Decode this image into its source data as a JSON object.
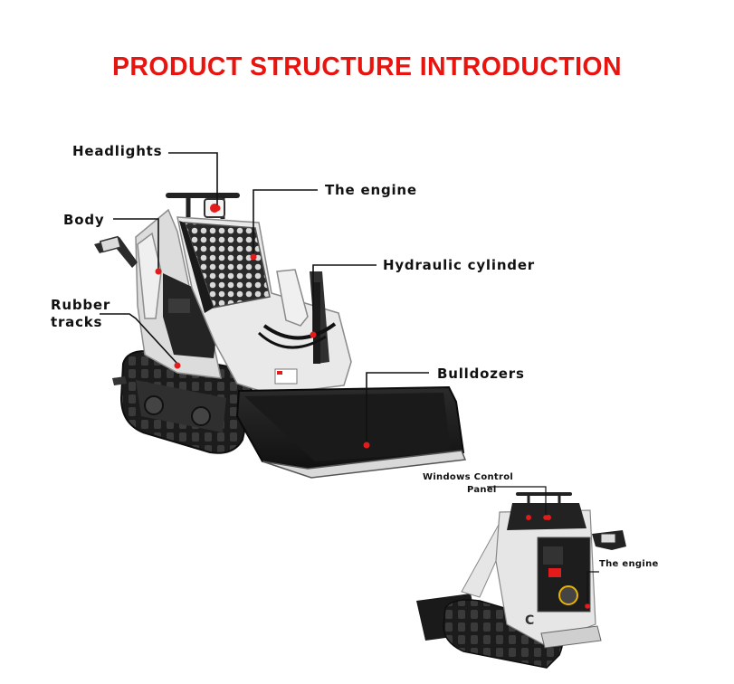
{
  "title": "PRODUCT STRUCTURE INTRODUCTION",
  "colors": {
    "title": "#e8140f",
    "pointer": "#e31b1b",
    "machine_body": "#e6e6e6",
    "tracks": "#1c1c1c"
  },
  "main_labels": {
    "headlights": "Headlights",
    "engine": "The engine",
    "body": "Body",
    "hydraulic_cylinder": "Hydraulic cylinder",
    "rubber_tracks_line1": "Rubber",
    "rubber_tracks_line2": "tracks",
    "bulldozers": "Bulldozers"
  },
  "rear_labels": {
    "control_panel_line1": "Windows Control",
    "control_panel_line2": "Panel",
    "engine": "The engine"
  },
  "plate_text": "C"
}
